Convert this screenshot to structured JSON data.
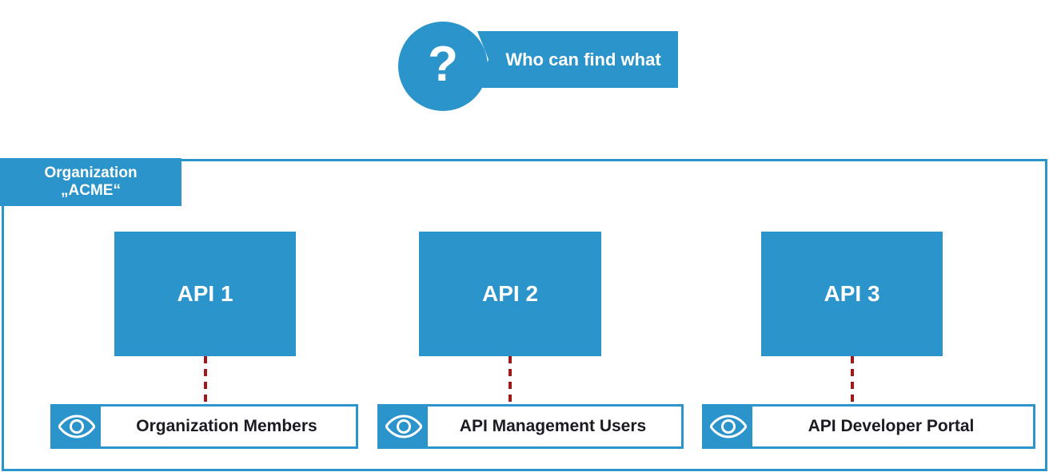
{
  "callout": {
    "icon": "question-mark-icon",
    "question_glyph": "?",
    "label": "Who can find what",
    "color": "#2b94cb"
  },
  "organization": {
    "tab_line_1": "Organization",
    "tab_line_2": "„ACME“",
    "border_color": "#2b94cb"
  },
  "apis": [
    {
      "label": "API 1"
    },
    {
      "label": "API 2"
    },
    {
      "label": "API 3"
    }
  ],
  "connector": {
    "style": "dashed",
    "color": "#9e1a1a"
  },
  "viewers": [
    {
      "icon": "eye-icon",
      "label": "Organization Members"
    },
    {
      "icon": "eye-icon",
      "label": "API Management Users"
    },
    {
      "icon": "eye-icon",
      "label": "API Developer Portal"
    }
  ],
  "colors": {
    "accent_blue": "#2b94cb",
    "text_dark": "#1b1b23",
    "text_light": "#ffffff",
    "dashed_red": "#9e1a1a",
    "background": "#ffffff"
  }
}
